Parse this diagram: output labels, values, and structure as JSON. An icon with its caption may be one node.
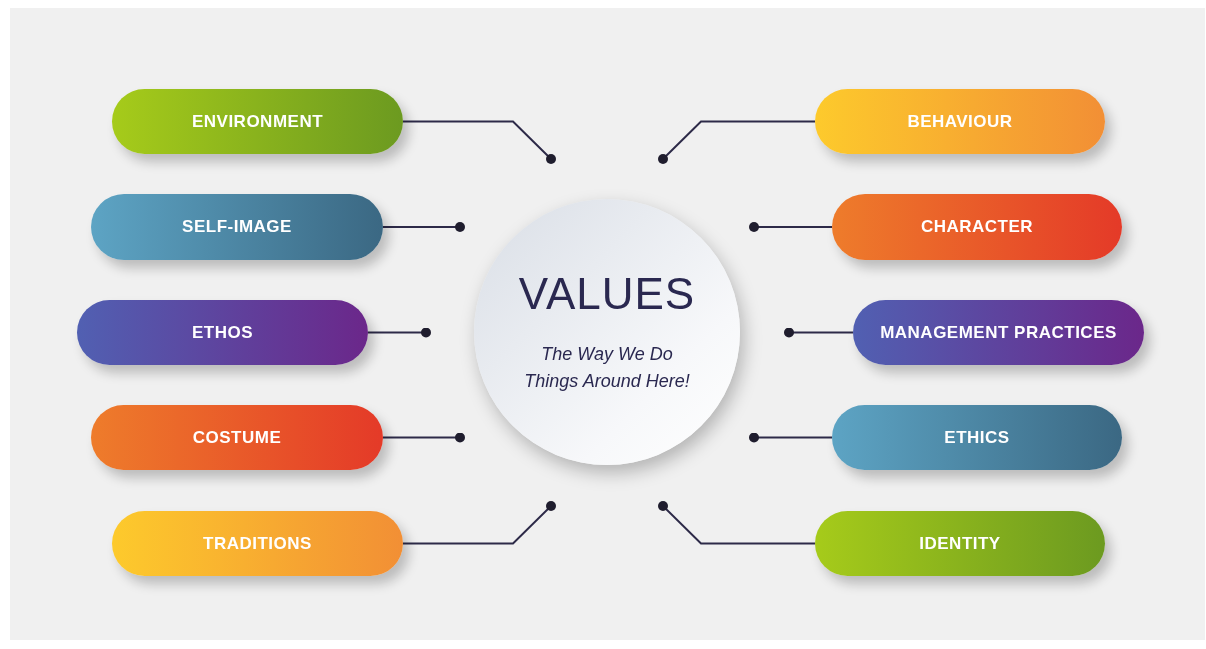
{
  "diagram": {
    "nodes": [
      {
        "text": [
          "VALUES",
          "The Way We Do Things Around Here!"
        ]
      },
      {
        "text": [
          "ENVIRONMENT"
        ]
      },
      {
        "text": [
          "SELF-IMAGE"
        ]
      },
      {
        "text": [
          "ETHOS"
        ]
      },
      {
        "text": [
          "COSTUME"
        ]
      },
      {
        "text": [
          "TRADITIONS"
        ]
      },
      {
        "text": [
          "BEHAVIOUR"
        ]
      },
      {
        "text": [
          "CHARACTER"
        ]
      },
      {
        "text": [
          "MANAGEMENT PRACTICES"
        ]
      },
      {
        "text": [
          "ETHICS"
        ]
      },
      {
        "text": [
          "IDENTITY"
        ]
      }
    ],
    "edges": [
      {
        "from": 1,
        "to": 0,
        "arrow": "other"
      },
      {
        "from": 2,
        "to": 0,
        "arrow": "other"
      },
      {
        "from": 3,
        "to": 0,
        "arrow": "other"
      },
      {
        "from": 4,
        "to": 0,
        "arrow": "other"
      },
      {
        "from": 5,
        "to": 0,
        "arrow": "other"
      },
      {
        "from": 6,
        "to": 0,
        "arrow": "other"
      },
      {
        "from": 7,
        "to": 0,
        "arrow": "other"
      },
      {
        "from": 8,
        "to": 0,
        "arrow": "other"
      },
      {
        "from": 9,
        "to": 0,
        "arrow": "other"
      },
      {
        "from": 10,
        "to": 0,
        "arrow": "other"
      }
    ]
  }
}
